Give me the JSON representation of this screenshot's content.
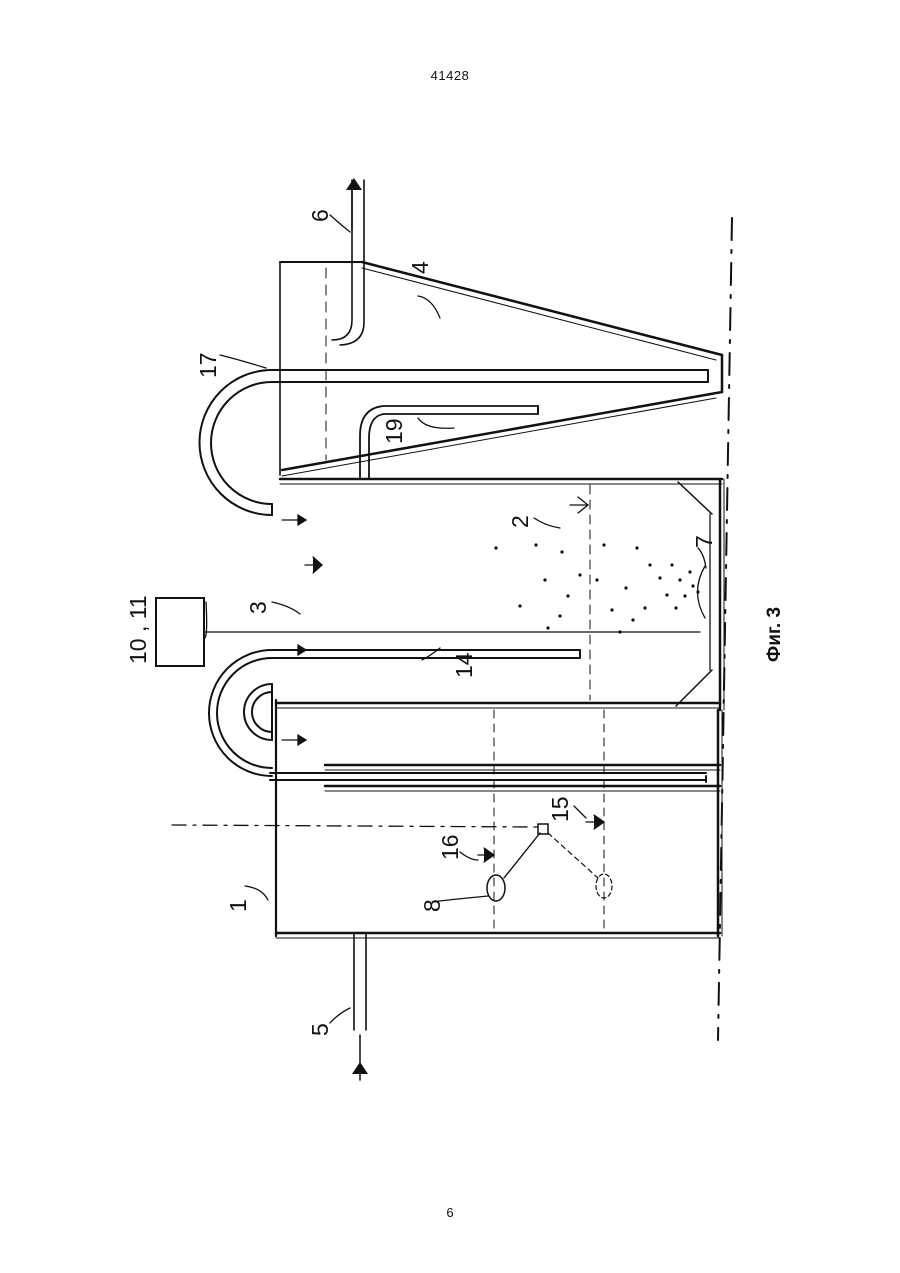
{
  "header": {
    "doc_number": "41428"
  },
  "footer": {
    "page_number": "6"
  },
  "figure": {
    "caption": "Фиг. 3",
    "labels": {
      "l1": "1",
      "l2": "2",
      "l3": "3",
      "l4": "4",
      "l5": "5",
      "l6": "6",
      "l7": "7",
      "l8": "8",
      "l10_11": "10 , 11",
      "l14": "14",
      "l15": "15",
      "l16": "16",
      "l17": "17",
      "l19": "19"
    }
  }
}
